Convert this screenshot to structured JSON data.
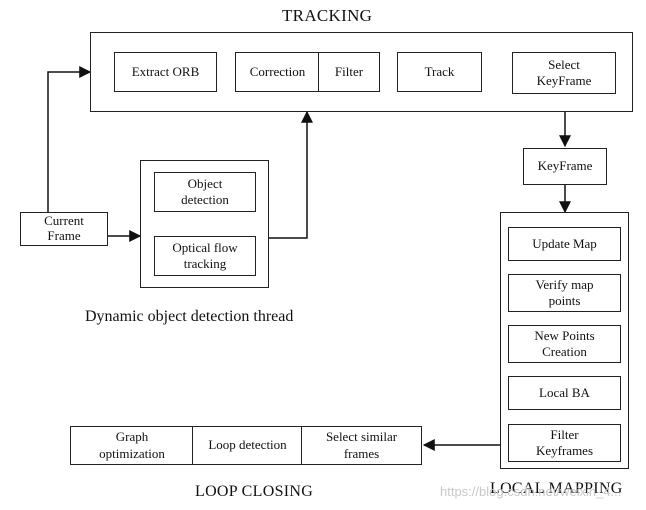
{
  "tracking": {
    "title": "TRACKING",
    "steps": [
      "Extract ORB",
      "Correction",
      "Filter",
      "Track",
      "Select\nKeyFrame"
    ]
  },
  "keyframe": "KeyFrame",
  "current_frame": "Current\nFrame",
  "dynamic": {
    "caption": "Dynamic object detection thread",
    "steps": [
      "Object\ndetection",
      "Optical flow\ntracking"
    ]
  },
  "local_mapping": {
    "title": "LOCAL MAPPING",
    "steps": [
      "Update Map",
      "Verify map\npoints",
      "New Points\nCreation",
      "Local BA",
      "Filter\nKeyframes"
    ]
  },
  "loop_closing": {
    "title": "LOOP CLOSING",
    "steps": [
      "Graph\noptimization",
      "Loop detection",
      "Select similar\nframes"
    ]
  },
  "watermark": "https://blog.csdn.net/weixin_4..."
}
